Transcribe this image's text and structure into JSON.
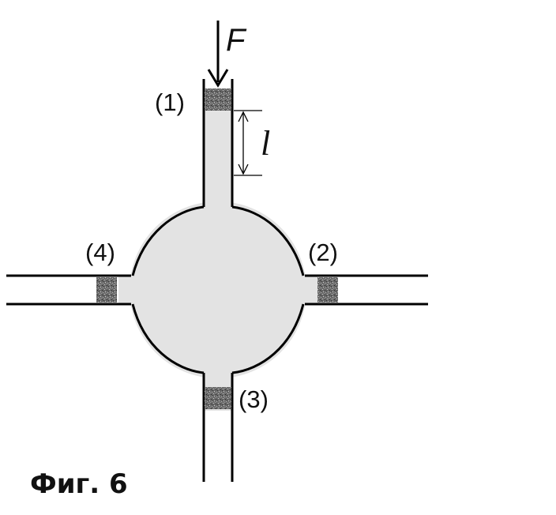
{
  "diagram": {
    "force_label": "F",
    "length_label": "l",
    "piston_labels": [
      "(1)",
      "(2)",
      "(3)",
      "(4)"
    ]
  },
  "caption": "Фиг. 6",
  "colors": {
    "fluid": "#e3e3e3",
    "wall": "#000000",
    "piston": "#555555"
  }
}
